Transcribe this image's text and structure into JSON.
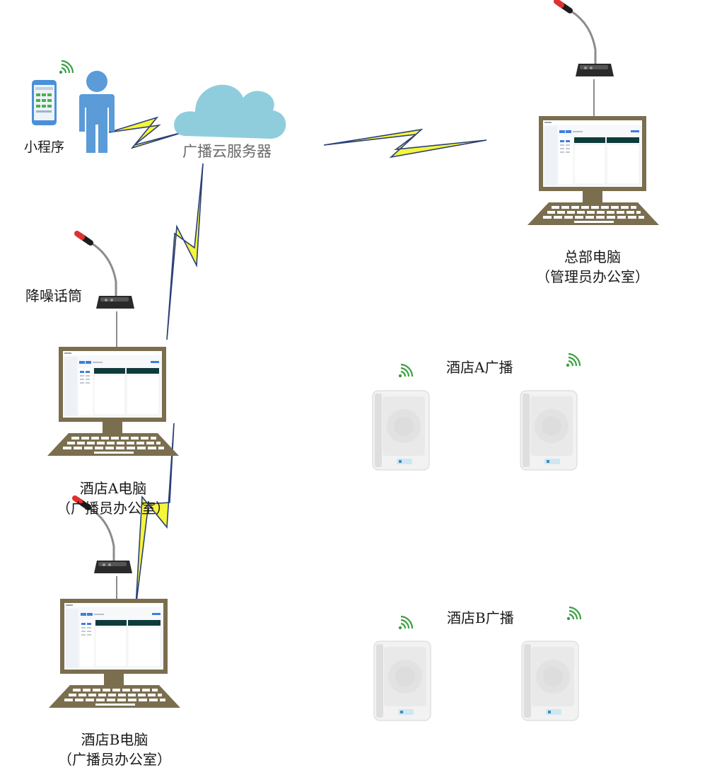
{
  "labels": {
    "mini_program": "小程序",
    "cloud_server": "广播云服务器",
    "hq_pc_line1": "总部电脑",
    "hq_pc_line2": "（管理员办公室）",
    "noise_mic": "降噪话筒",
    "hotel_a_pc_line1": "酒店A电脑",
    "hotel_a_pc_line2": "（广播员办公室）",
    "hotel_b_pc_line1": "酒店B电脑",
    "hotel_b_pc_line2": "（广播员办公室）",
    "hotel_a_broadcast": "酒店A广播",
    "hotel_b_broadcast": "酒店B广播"
  },
  "icons": [
    "phone-icon",
    "person-icon",
    "cloud-icon",
    "microphone-icon",
    "computer-monitor-icon",
    "keyboard-icon",
    "speaker-icon",
    "wifi-icon",
    "lightning-link-icon"
  ],
  "colors": {
    "cloud": "#8fcddd",
    "lightning_fill": "#f5f53a",
    "lightning_stroke": "#2b3f7a",
    "monitor_frame": "#7b6e4f",
    "person": "#5a9bd8",
    "wifi": "#3aa040",
    "speaker_body": "#f2f2f2"
  }
}
